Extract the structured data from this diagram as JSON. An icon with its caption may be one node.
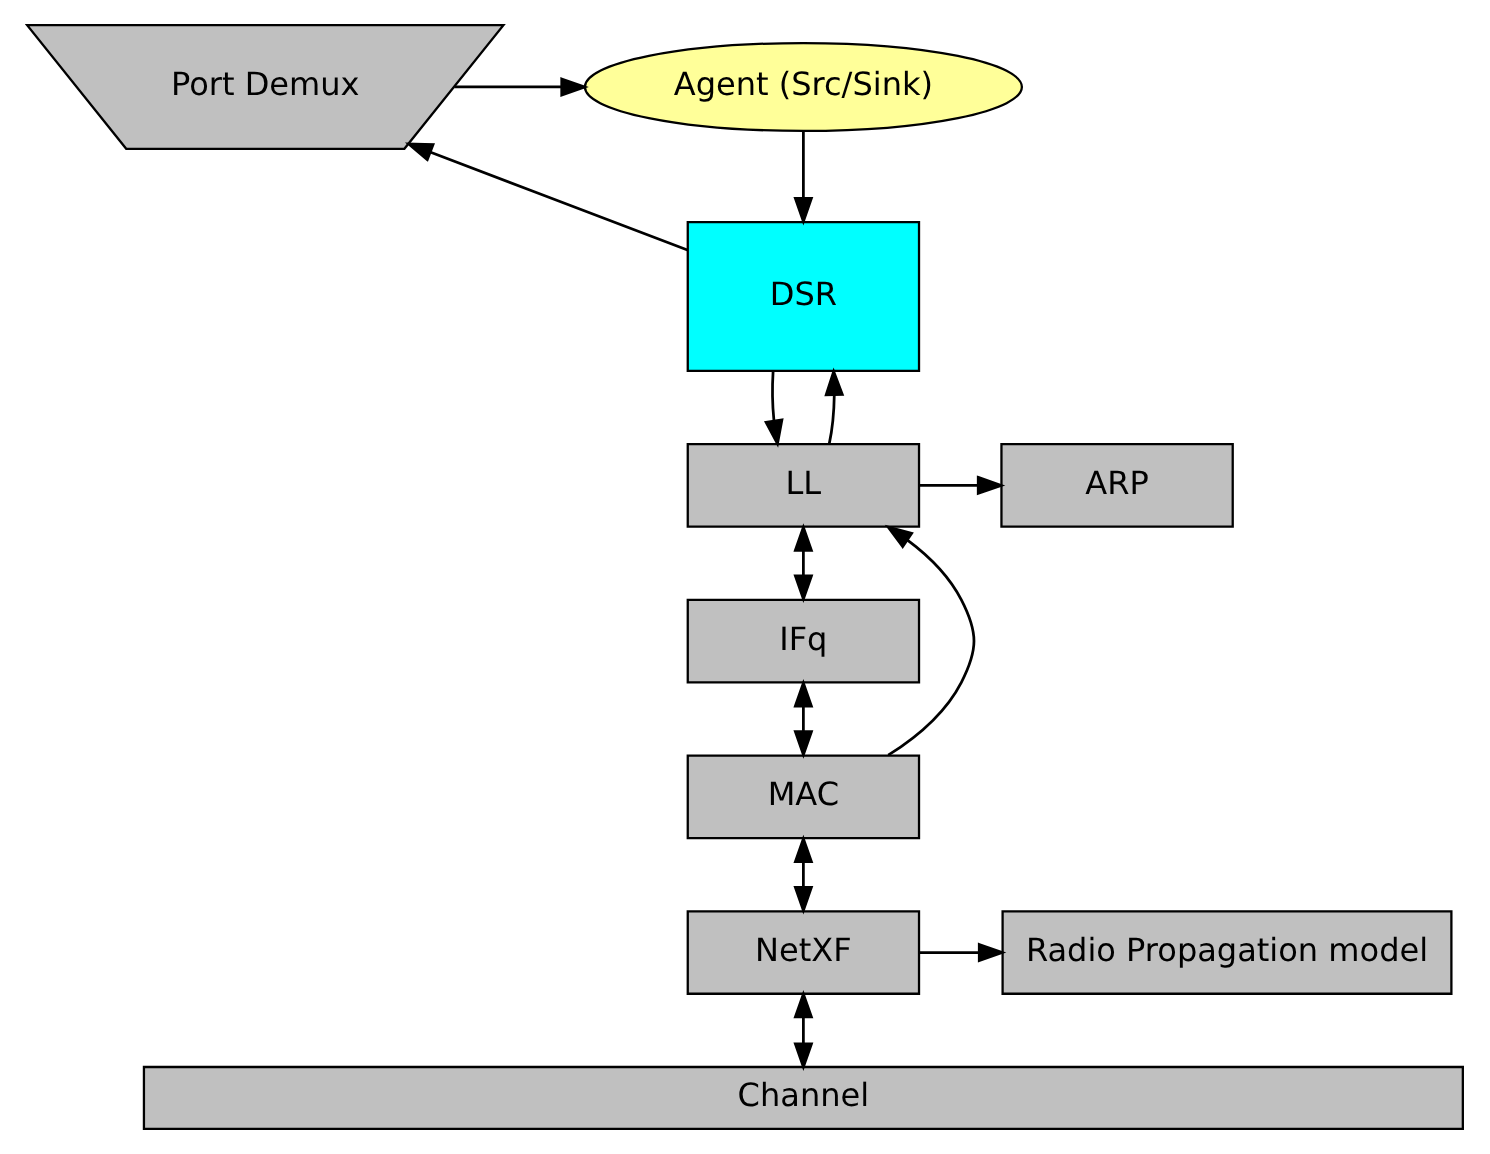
{
  "diagram": {
    "nodes": [
      {
        "text": [
          "Agent (Src/Sink)"
        ]
      },
      {
        "text": [
          "Port Demux"
        ]
      },
      {
        "text": [
          "DSR"
        ]
      },
      {
        "text": [
          "LL"
        ]
      },
      {
        "text": [
          "ARP"
        ]
      },
      {
        "text": [
          "IFq"
        ]
      },
      {
        "text": [
          "MAC"
        ]
      },
      {
        "text": [
          "Radio Propagation model"
        ]
      },
      {
        "text": [
          "NetXF"
        ]
      },
      {
        "text": [
          "Channel"
        ]
      }
    ],
    "edges": [
      {
        "from": 0,
        "to": 2,
        "arrow": "to"
      },
      {
        "from": 2,
        "to": 1,
        "arrow": "to"
      },
      {
        "from": 1,
        "to": 0,
        "arrow": "to"
      },
      {
        "from": 2,
        "to": 3,
        "arrow": "to"
      },
      {
        "from": 3,
        "to": 2,
        "arrow": "to"
      },
      {
        "from": 3,
        "to": 4,
        "arrow": "to"
      },
      {
        "from": 3,
        "to": 5,
        "arrow": "both"
      },
      {
        "from": 5,
        "to": 6,
        "arrow": "both"
      },
      {
        "from": 6,
        "to": 3,
        "arrow": "to"
      },
      {
        "from": 6,
        "to": 8,
        "arrow": "both"
      },
      {
        "from": 8,
        "to": 7,
        "arrow": "to"
      },
      {
        "from": 8,
        "to": 9,
        "arrow": "both"
      }
    ]
  }
}
